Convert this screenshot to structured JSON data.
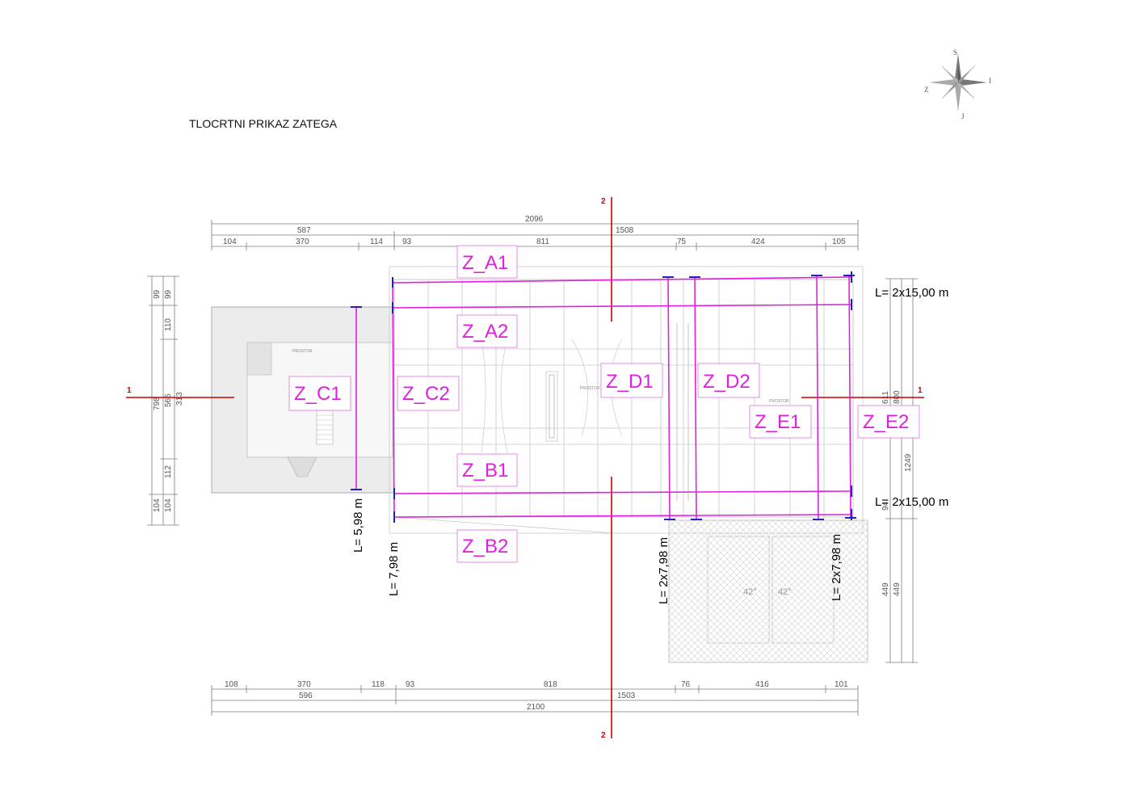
{
  "title": "TLOCRTNI PRIKAZ ZATEGA",
  "compass": {
    "north": "S",
    "east": "I",
    "south": "J",
    "west": "Z"
  },
  "colors": {
    "tie": "#e020e0",
    "section": "#cc0000",
    "anchor": "#2020c0",
    "dim": "#7a7a7a"
  },
  "top_dims": {
    "overall": "2096",
    "row2": [
      "587",
      "1508"
    ],
    "row3": [
      "104",
      "370",
      "114",
      "93",
      "811",
      "75",
      "424",
      "105"
    ]
  },
  "bottom_dims": {
    "row1": [
      "108",
      "370",
      "118",
      "93",
      "818",
      "76",
      "416",
      "101"
    ],
    "row2": [
      "596",
      "1503"
    ],
    "overall": "2100"
  },
  "left_dims": {
    "col1": [
      "99",
      "798",
      "104"
    ],
    "col2": [
      "99",
      "110",
      "565",
      "112",
      "104"
    ],
    "col3": [
      "313"
    ]
  },
  "right_dims": {
    "col1": [
      "611",
      "94"
    ],
    "col2": [
      "800",
      "449"
    ],
    "col3": [
      "1249",
      "449"
    ]
  },
  "ties": {
    "za1": "Z_A1",
    "za2": "Z_A2",
    "zb1": "Z_B1",
    "zb2": "Z_B2",
    "zc1": "Z_C1",
    "zc2": "Z_C2",
    "zd1": "Z_D1",
    "zd2": "Z_D2",
    "ze1": "Z_E1",
    "ze2": "Z_E2"
  },
  "lengths": {
    "top": "L= 2x15,00 m",
    "bottom": "L= 2x15,00 m",
    "c1": "L= 5,98 m",
    "c2": "L= 7,98 m",
    "d": "L= 2x7,98 m",
    "e": "L= 2x7,98 m"
  },
  "sections": {
    "s1_left": "1",
    "s1_right": "1",
    "s2_top": "2",
    "s2_bottom": "2"
  },
  "plan_labels": {
    "room1": "PROSTOR",
    "room2": "PROSTOR",
    "room3": "PROSTOR"
  },
  "roof_angles": [
    "42°",
    "42°"
  ]
}
